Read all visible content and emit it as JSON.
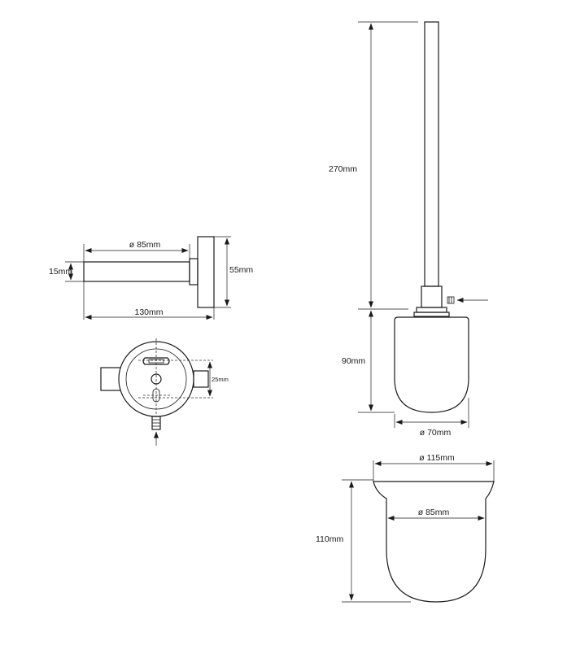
{
  "holder": {
    "diameter_label": "ø 85mm",
    "rod_label": "15mm",
    "plate_label": "55mm",
    "length_label": "130mm",
    "slot_label": "25mm"
  },
  "brush": {
    "handle_label": "270mm",
    "head_label": "90mm",
    "head_diameter_label": "ø 70mm"
  },
  "cup": {
    "outer_diameter_label": "ø 115mm",
    "inner_diameter_label": "ø 85mm",
    "height_label": "110mm"
  }
}
